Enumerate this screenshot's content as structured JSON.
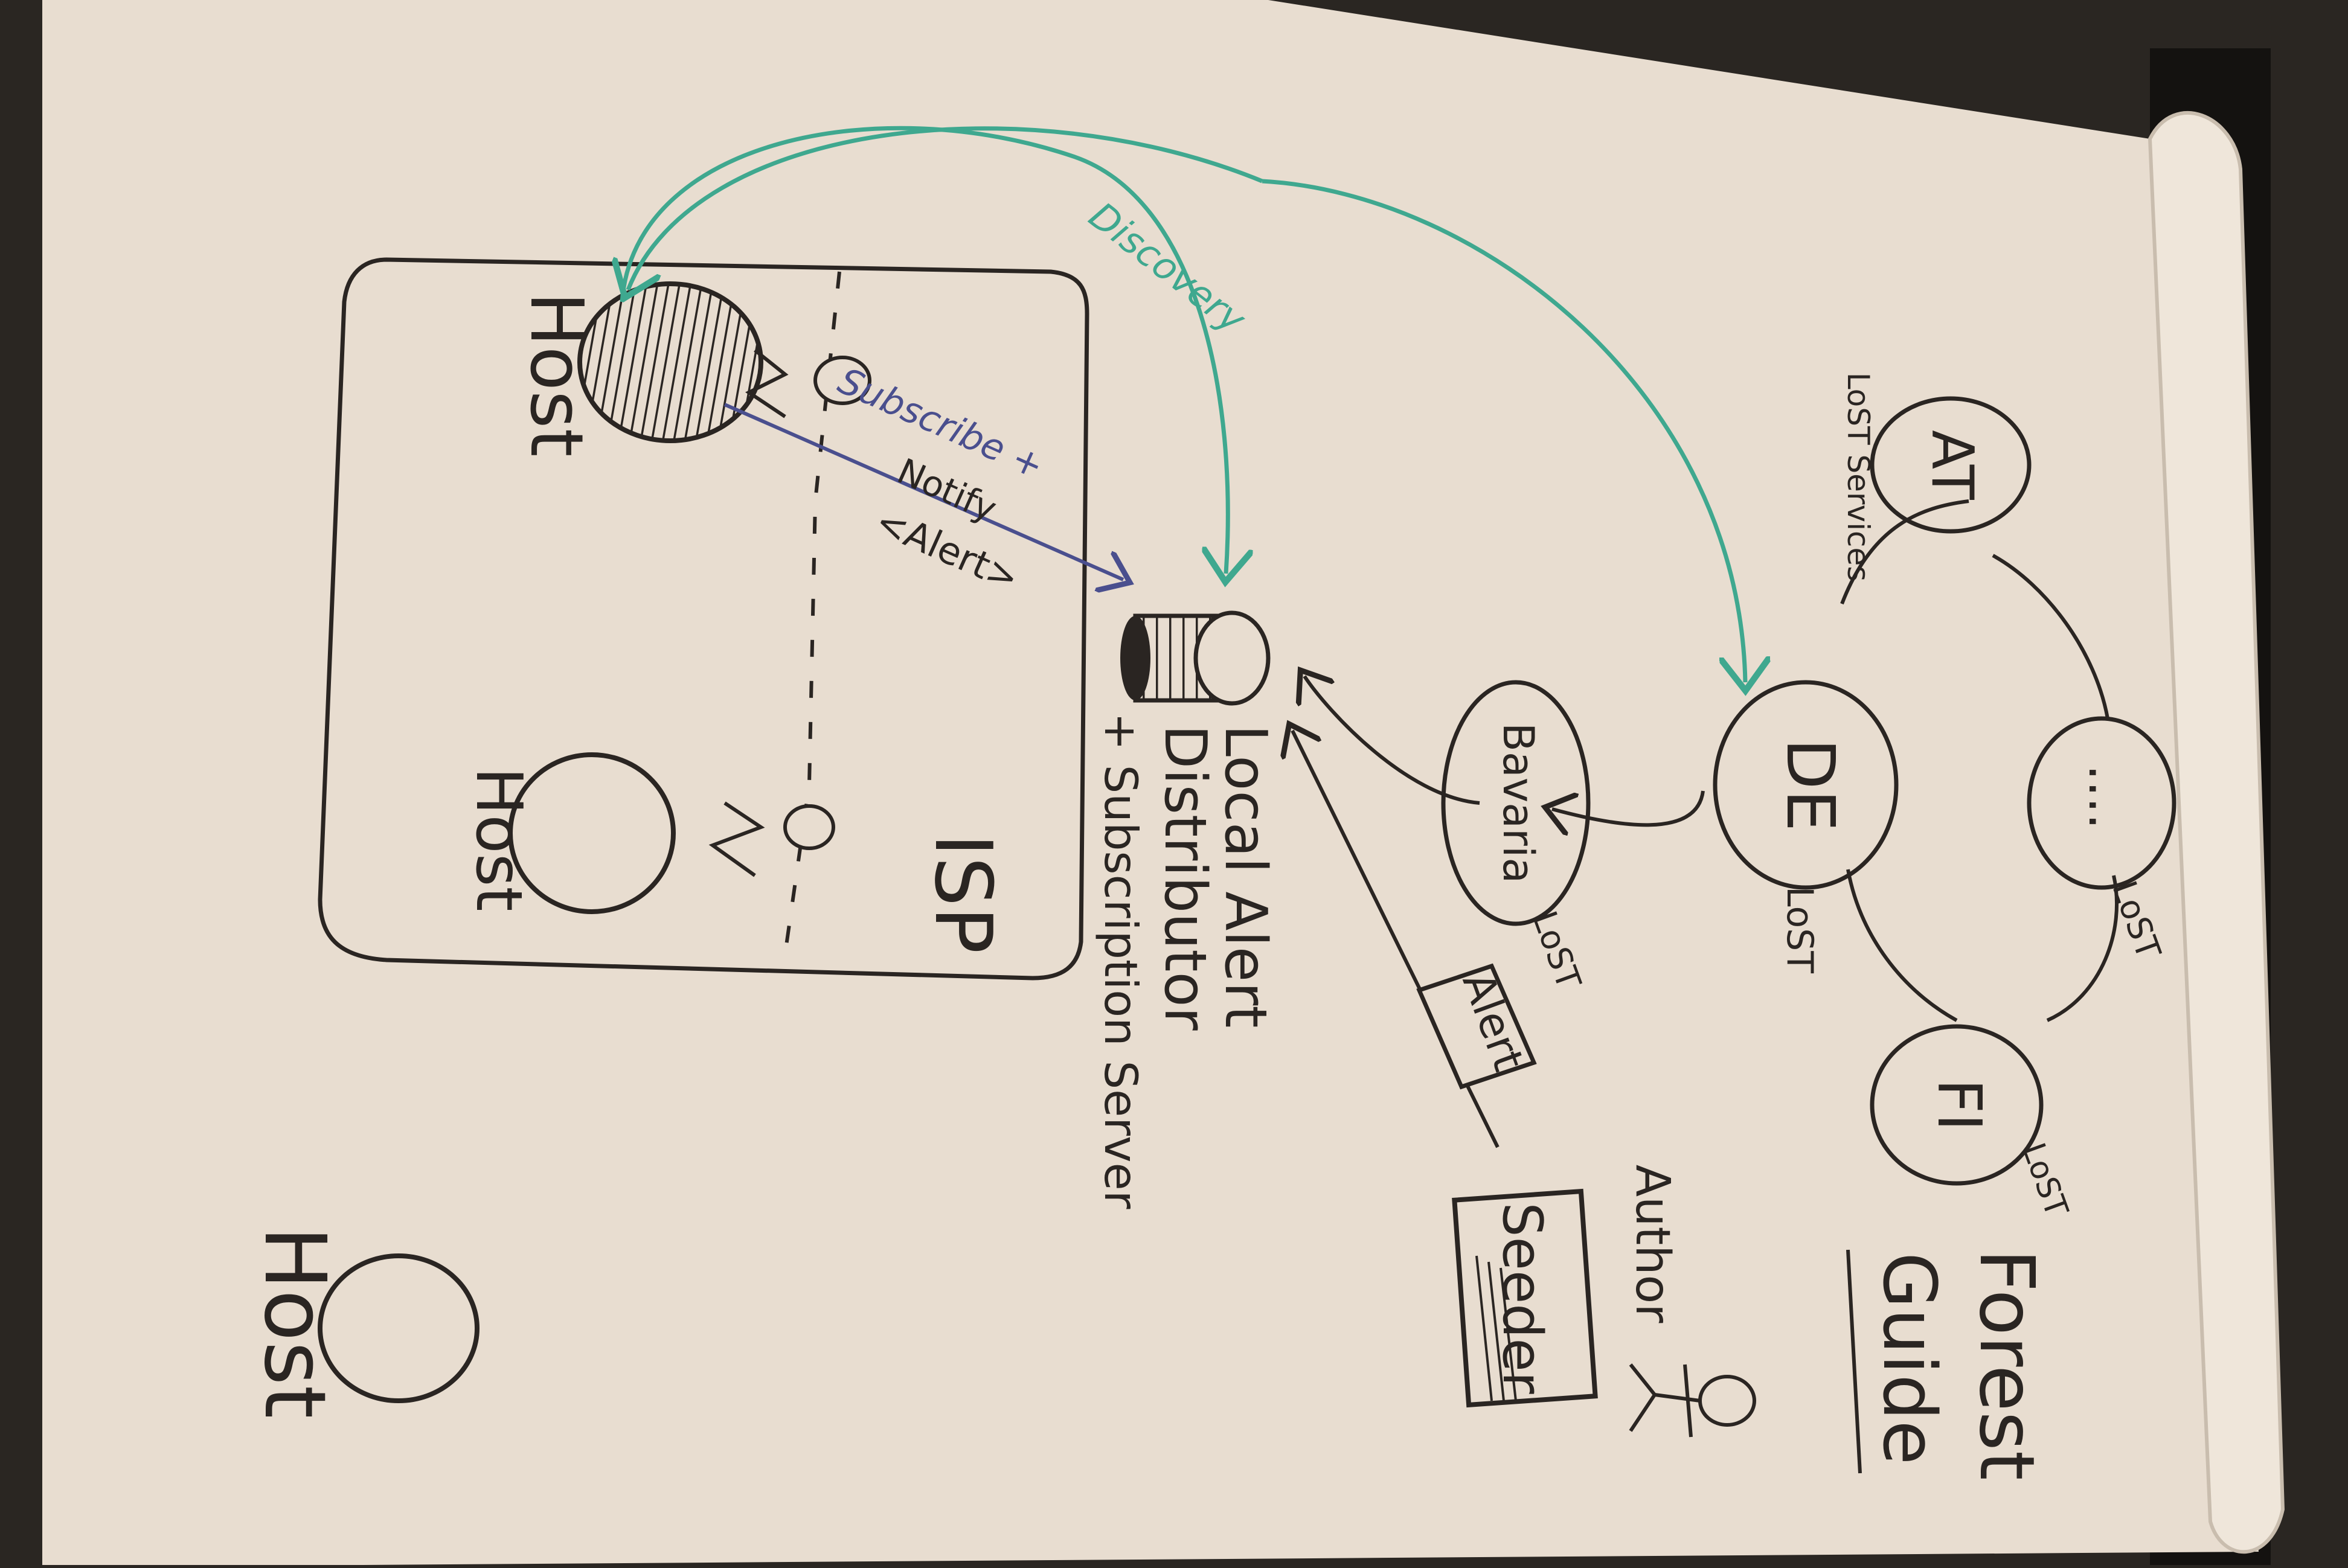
{
  "diagram": {
    "forest_guide_title": [
      "Forest",
      "Guide"
    ],
    "author_label": "Author",
    "seeder_label": "Seeder",
    "alert_message_label": "Alert",
    "discovery_label": "Discovery",
    "subscribe_label": "Subscribe +",
    "notify_label": "Notify",
    "notify_alert_label": "<Alert>",
    "isp_label": "ISP",
    "host_labels": [
      "Host",
      "Host",
      "Host"
    ],
    "server_lines": [
      "Local Alert",
      "Distributor",
      "+ Subscription Server"
    ],
    "ring_nodes": [
      {
        "id": "AT",
        "label": "AT",
        "sublabel": "LoST Services"
      },
      {
        "id": "dots",
        "label": "....",
        "sublabel": "LoST"
      },
      {
        "id": "FI",
        "label": "FI",
        "sublabel": "LoST"
      },
      {
        "id": "DE",
        "label": "DE",
        "sublabel": "LoST"
      },
      {
        "id": "Bavaria",
        "label": "Bavaria",
        "sublabel": "LoST"
      }
    ]
  },
  "colors": {
    "paper": "#e8ddd0",
    "ink_black": "#2a2522",
    "ink_green": "#3fa88f",
    "ink_blue": "#4a4f8e"
  }
}
